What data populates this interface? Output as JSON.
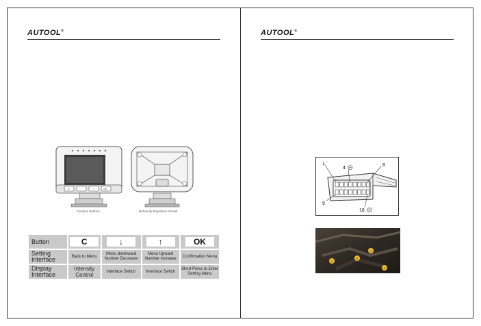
{
  "left_page": {
    "logo": "AUTOOL",
    "logo_mark": "®",
    "caption_left": "Function Buttons",
    "caption_right": "Deformity Expansion Socket",
    "table": {
      "header": {
        "label": "Button",
        "keys": [
          "C",
          "↓",
          "↑",
          "OK"
        ]
      },
      "rows": [
        {
          "label": "Setting Interface",
          "cells": [
            "Back to Menu",
            "Menu downward Number Decrease",
            "Menu Upward Number Increase",
            "Confirmation Menu"
          ]
        },
        {
          "label": "Display Interface",
          "cells": [
            "Intensity Control",
            "Interface Switch",
            "Interface Switch",
            "Short Press to Enter Setting Menu"
          ]
        }
      ]
    }
  },
  "right_page": {
    "logo": "AUTOOL",
    "logo_mark": "®",
    "connector_labels": {
      "pin1": "1",
      "pin4": "4",
      "pin8": "8",
      "pin9": "9",
      "pin16": "16"
    },
    "location_markers": [
      "A",
      "B",
      "C",
      "D"
    ]
  }
}
